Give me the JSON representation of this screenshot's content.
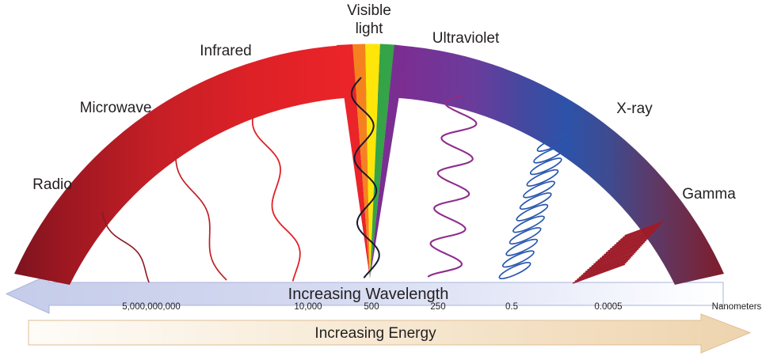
{
  "labels": {
    "radio": "Radio",
    "microwave": "Microwave",
    "infrared": "Infrared",
    "visible_line1": "Visible",
    "visible_line2": "light",
    "ultraviolet": "Ultraviolet",
    "xray": "X-ray",
    "gamma": "Gamma"
  },
  "wavelength_axis": {
    "title": "Increasing Wavelength",
    "ticks": [
      "5,000,000,000",
      "10,000",
      "500",
      "250",
      "0.5",
      "0.0005"
    ],
    "unit": "Nanometers"
  },
  "energy_axis": {
    "title": "Increasing Energy"
  },
  "colors": {
    "arch": {
      "left_end": "#7d141f",
      "red": "#ea2428",
      "violet": "#7b2e92",
      "blue": "#2d52a9",
      "right_end": "#7e1c2c"
    },
    "wedge": {
      "red": "#ea2428",
      "orange": "#f6821f",
      "yellow": "#ffe60a",
      "green": "#35a348",
      "violet": "#7b2e92"
    },
    "waves": {
      "radio": "#8e1722",
      "microwave": "#c02026",
      "infrared": "#e02127",
      "visible": "#181830",
      "ultraviolet": "#8e2d8d",
      "xray": "#2857ae",
      "gamma": "#9e1b28"
    },
    "wavelength_bar": {
      "fill": "#ccd3ee",
      "border": "#aab4dd"
    },
    "energy_bar": {
      "fill": "#f2ddbd",
      "border": "#dfbd96"
    },
    "text": "#231f20"
  }
}
